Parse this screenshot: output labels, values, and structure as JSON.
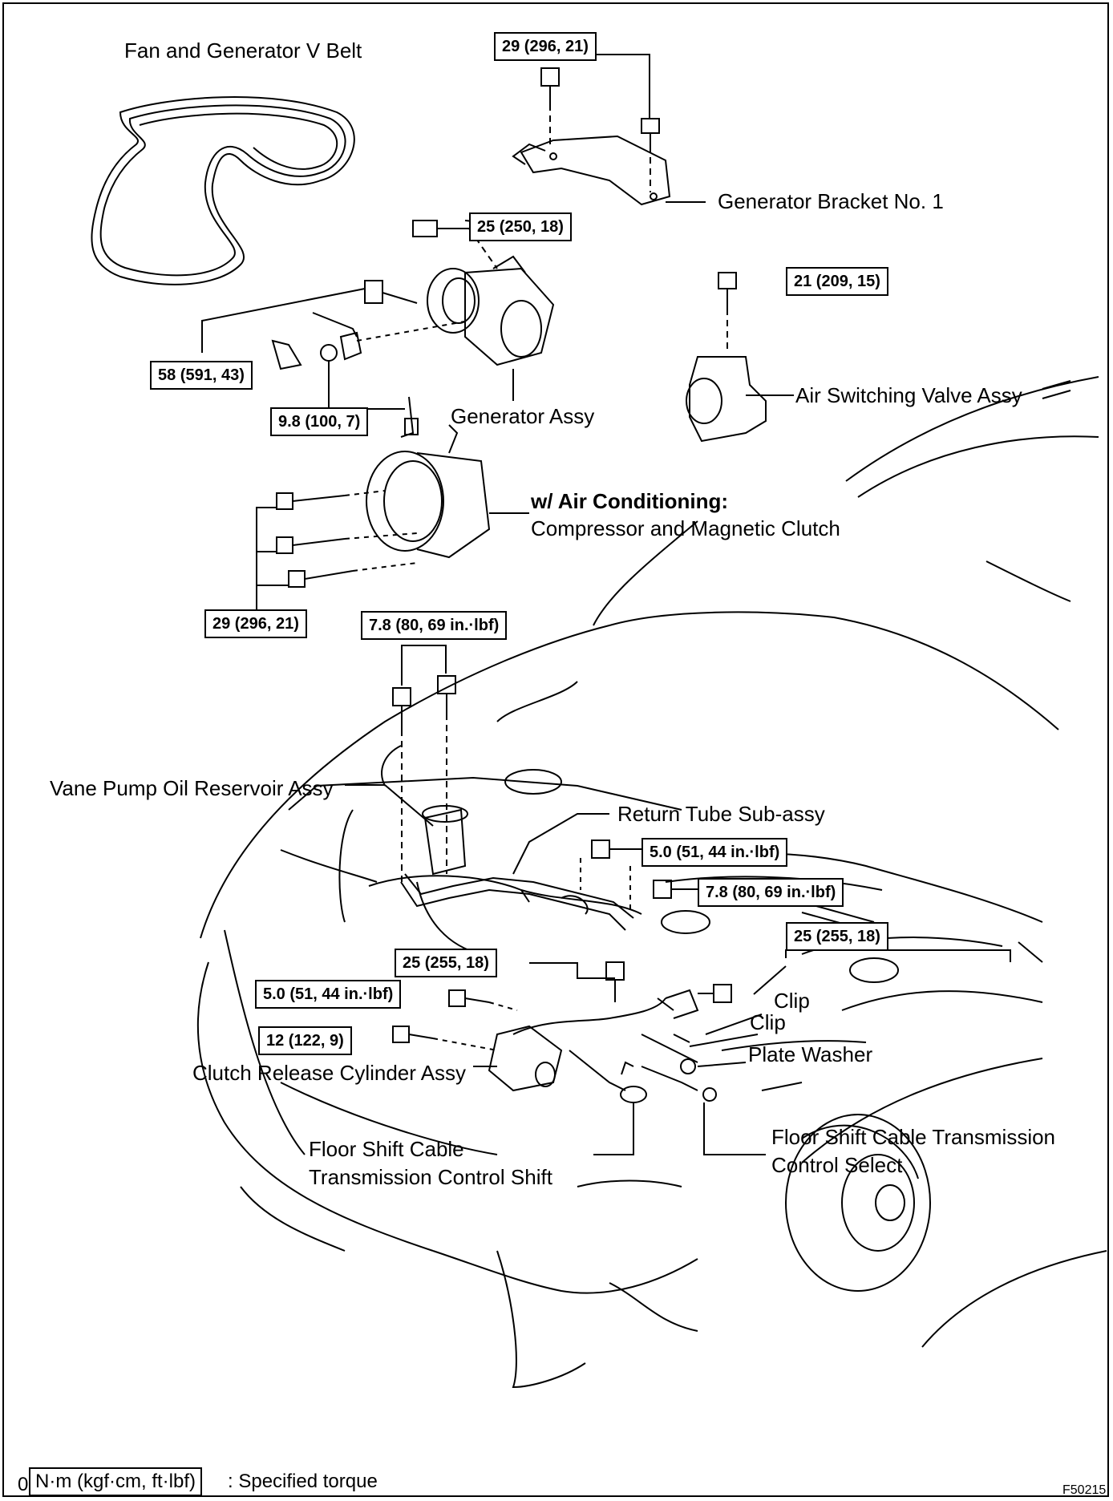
{
  "labels": {
    "fan_belt": "Fan and Generator V Belt",
    "gen_bracket": "Generator Bracket No. 1",
    "generator": "Generator Assy",
    "air_switch": "Air Switching Valve Assy",
    "ac_title": "w/ Air Conditioning:",
    "compressor": "Compressor and Magnetic Clutch",
    "vane_pump": "Vane Pump Oil Reservoir Assy",
    "return_tube": "Return Tube  Sub-assy",
    "clip1": "Clip",
    "clip2": "Clip",
    "plate_washer": "Plate Washer",
    "clutch_cyl": "Clutch Release Cylinder Assy",
    "shift_cable_1": "Floor Shift Cable",
    "shift_cable_2": "Transmission Control Shift",
    "select_cable_1": "Floor Shift Cable Transmission",
    "select_cable_2": "Control Select"
  },
  "torques": {
    "t_bracket": "29 (296, 21)",
    "t_gen_upper": "25 (250, 18)",
    "t_gen_lower": "58 (591, 43)",
    "t_terminal": "9.8 (100, 7)",
    "t_asv": "21 (209, 15)",
    "t_compressor": "29 (296, 21)",
    "t_reservoir": "7.8 (80, 69 in.·lbf)",
    "t_return_1": "5.0 (51, 44 in.·lbf)",
    "t_return_2": "7.8 (80, 69 in.·lbf)",
    "t_right_25": "25 (255, 18)",
    "t_center_25": "25 (255, 18)",
    "t_left_5": "5.0 (51, 44 in.·lbf)",
    "t_cyl_12": "12 (122, 9)"
  },
  "legend": {
    "prefix": "0",
    "unit": "N·m (kgf·cm, ft·lbf)",
    "text": ": Specified torque"
  },
  "figure_id": "F50215"
}
